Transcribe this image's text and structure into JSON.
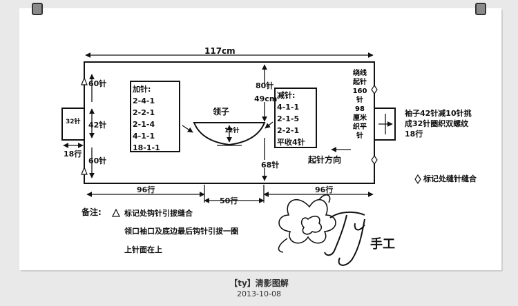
{
  "diagram": {
    "top_width": "117cm",
    "left_upper": "60针",
    "left_middle": "42针",
    "left_lower": "60针",
    "sleeve_left": "32针",
    "sleeve_left_rows": "18行",
    "center_upper": "80针",
    "center_cm": "49cm",
    "center_lower": "68针",
    "collar_label": "领子",
    "collar_rows": "12针",
    "increase_box": [
      "加针:",
      "2-4-1",
      "2-2-1",
      "2-1-4",
      "4-1-1",
      "18-1-1"
    ],
    "decrease_box": [
      "减针:",
      "4-1-1",
      "2-1-5",
      "2-2-1",
      "平收4针"
    ],
    "start_direction": "起针方向",
    "bottom_left": "96行",
    "bottom_middle": "50行",
    "bottom_right": "96行",
    "right_vertical": [
      "绕线",
      "起针",
      "160",
      "针98",
      "厘米",
      "织平",
      "针"
    ],
    "sleeve_right_note": [
      "袖子42针减10针挑",
      "成32针圈织双螺纹",
      "18行"
    ],
    "marker_note": "标记处缝针缝合"
  },
  "notes": {
    "title": "备注:",
    "line1": "标记处钩针引拔缝合",
    "line2": "领口袖口及底边最后钩针引拔一圈",
    "line3": "上针面在上"
  },
  "logo": {
    "text": "手工"
  },
  "footer": {
    "title": "【ty】清影图解",
    "date": "2013-10-08"
  },
  "colors": {
    "background": "#e9e9e9",
    "sheet": "#ffffff",
    "ink": "#111111"
  }
}
